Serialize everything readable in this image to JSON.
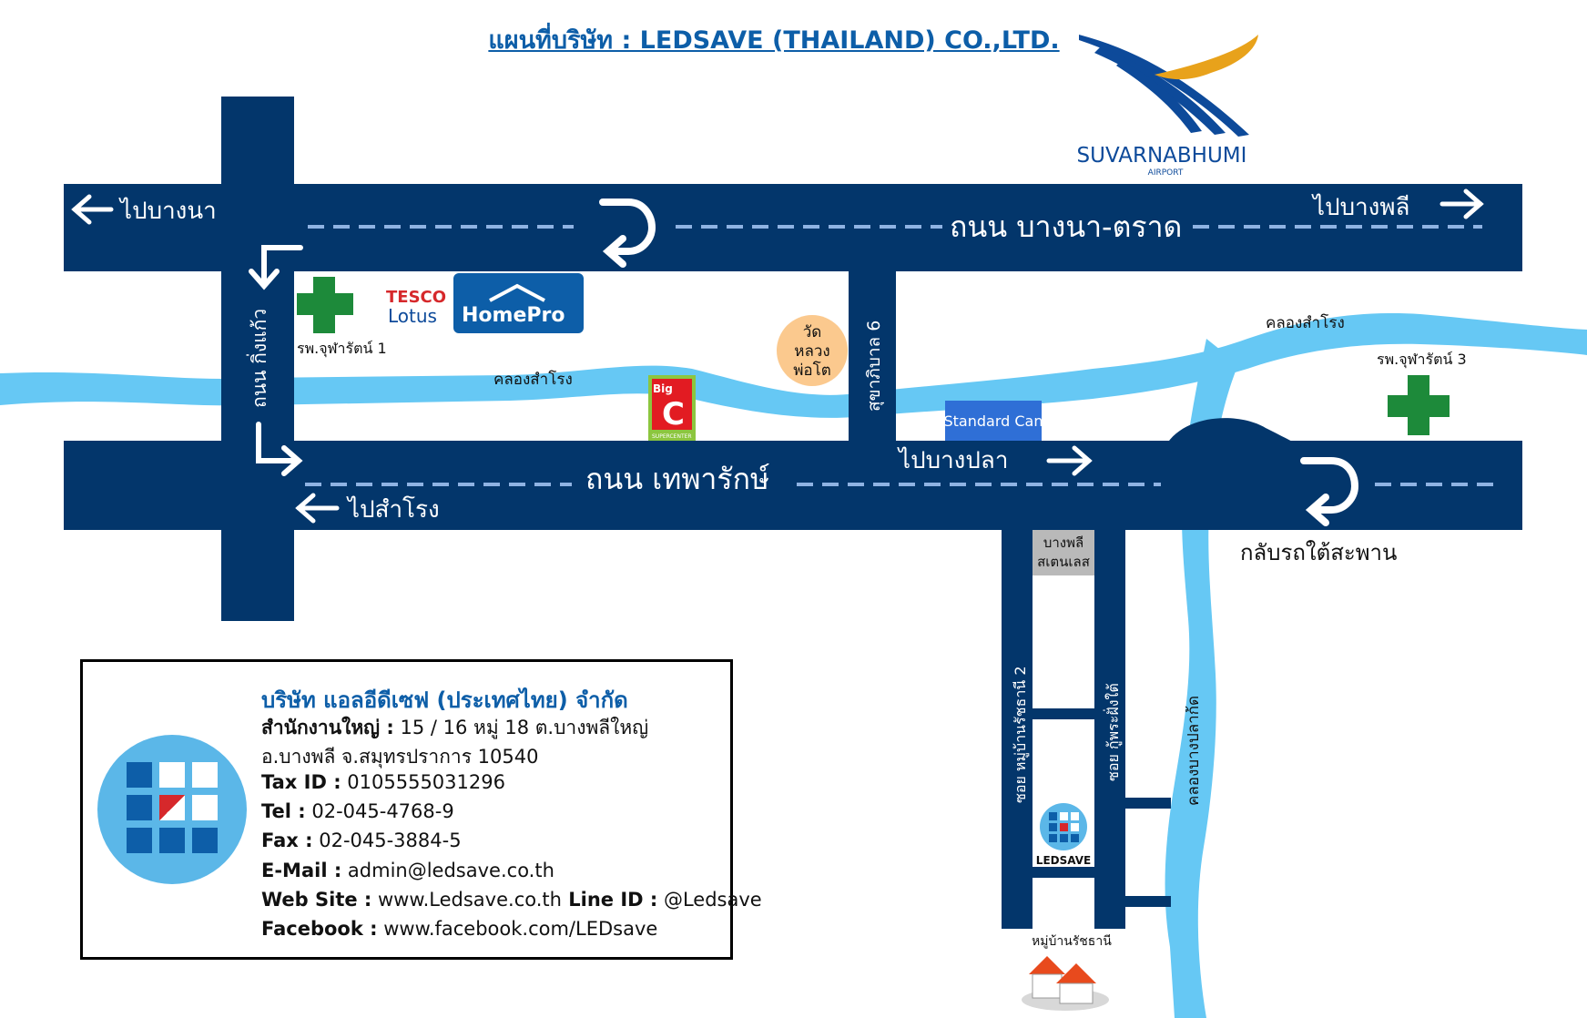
{
  "title": "แผนที่บริษัท : LEDSAVE (THAILAND) CO.,LTD.",
  "airport": {
    "name": "SUVARNABHUMI",
    "sub": "AIRPORT"
  },
  "roads": {
    "bangna_trat": "ถนน บางนา-ตราด",
    "theparak": "ถนน เทพารักษ์",
    "king_kaeo": "ถนน กิ่งแก้ว",
    "sukhaphiban6": "สุขาภิบาล 6",
    "soi_ratchathani2": "ซอย หมู่บ้านรัชธานี 2",
    "soi_kuphrafangtai": "ซอย กู้พระฝั่งใต้"
  },
  "directions": {
    "to_bangna": "ไปบางนา",
    "to_bangphli": "ไปบางพลี",
    "to_bangpla": "ไปบางปลา",
    "to_samrong": "ไปสำโรง",
    "u_turn_under_bridge": "กลับรถใต้สะพาน"
  },
  "waterways": {
    "khlong_samrong_left": "คลองสำโรง",
    "khlong_samrong_right": "คลองสำโรง",
    "khlong_bangplakot": "คลองบางปลาก้ด"
  },
  "landmarks": {
    "hospital1": "รพ.จุฬารัตน์ 1",
    "hospital3": "รพ.จุฬารัตน์ 3",
    "tesco_line1": "TESCO",
    "tesco_line2": "Lotus",
    "homepro": "HomePro",
    "bigc_line1": "Big",
    "bigc_line2": "C",
    "bigc_sub": "SUPERCENTER",
    "temple_line1": "วัด",
    "temple_line2": "หลวง",
    "temple_line3": "พ่อโต",
    "standard_can": "Standard Can",
    "bangphli_stainless_line1": "บางพลี",
    "bangphli_stainless_line2": "สเตนเลส",
    "ledsave_label": "LEDSAVE",
    "village": "หมู่บ้านรัชธานี"
  },
  "company": {
    "name": "บริษัท แอลอีดีเซฟ (ประเทศไทย) จำกัด",
    "hq_label": "สำนักงานใหญ่ :",
    "hq_value": " 15 / 16 หมู่ 18 ต.บางพลีใหญ่",
    "address2": "อ.บางพลี จ.สมุทรปราการ 10540",
    "tax_label": "Tax ID :",
    "tax_value": " 0105555031296",
    "tel_label": "Tel :",
    "tel_value": " 02-045-4768-9",
    "fax_label": "Fax :",
    "fax_value": " 02-045-3884-5",
    "email_label": "E-Mail :",
    "email_value": " admin@ledsave.co.th",
    "web_label": "Web Site :",
    "web_value": " www.Ledsave.co.th",
    "line_label": "  Line ID :",
    "line_value": " @Ledsave",
    "fb_label": "Facebook :",
    "fb_value": " www.facebook.com/LEDsave"
  },
  "colors": {
    "road": "#03366b",
    "river": "#66c8f4",
    "dash": "#8fb3e3",
    "hospital_cross": "#1d8a3a",
    "brand_blue": "#0d5ea8",
    "airport_gold": "#e8a21b"
  }
}
